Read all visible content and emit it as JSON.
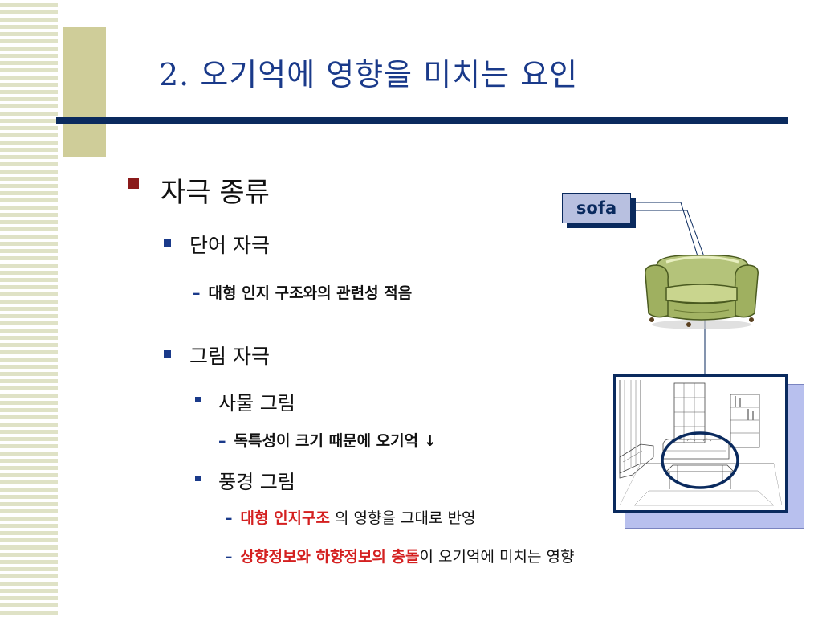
{
  "slide": {
    "title": "2.  오기억에 영향을 미치는 요인",
    "l1": "자극 종류",
    "word_stimulus": "단어 자극",
    "word_note": "대형 인지 구조와의 관련성 적음",
    "picture_stimulus": "그림 자극",
    "object_picture": "사물 그림",
    "object_note": "독특성이 크기 때문에 오기억 ↓",
    "scene_picture": "풍경 그림",
    "scene_note1_red": "대형 인지구조",
    "scene_note1_rest": " 의 영향을 그대로 반영",
    "scene_note2_red": "상향정보와 하향정보의 충돌",
    "scene_note2_rest": "이 오기억에 미치는 영향",
    "sofa_label": "sofa"
  },
  "colors": {
    "title": "#1a3a8a",
    "rule": "#0a2a5e",
    "bullet_l1": "#8b1a1a",
    "bullet_l2": "#1a3a8a",
    "highlight": "#d42020",
    "sofa_green": "#a8b86a"
  },
  "icons": [
    "square-bullet-icon",
    "dash-bullet-icon",
    "sofa-illustration",
    "living-room-illustration"
  ]
}
